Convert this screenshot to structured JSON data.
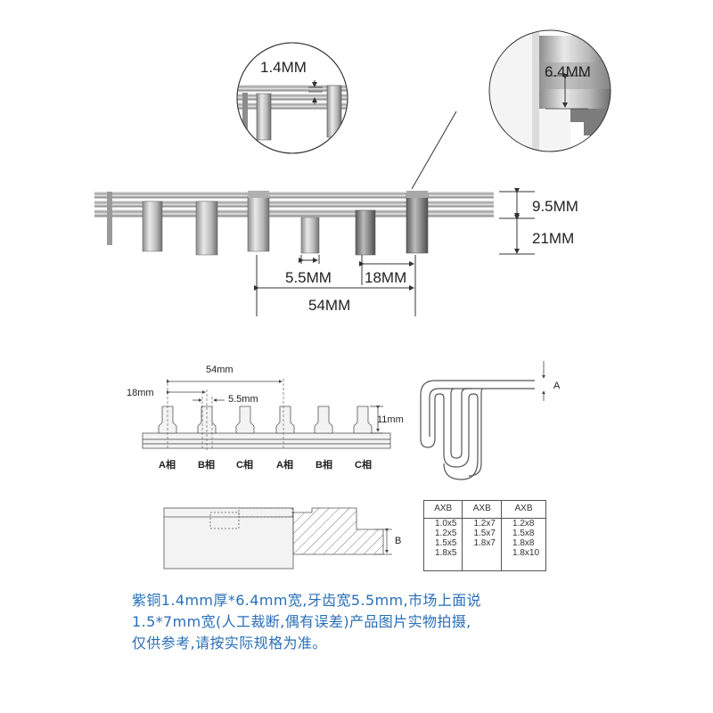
{
  "photo": {
    "zoom_left_label": "1.4MM",
    "zoom_right_label": "6.4MM",
    "dim_95": "9.5MM",
    "dim_21": "21MM",
    "dim_55": "5.5MM",
    "dim_18": "18MM",
    "dim_54": "54MM"
  },
  "drawing": {
    "dim_54": "54mm",
    "dim_18": "18mm",
    "dim_55": "5.5mm",
    "dim_11": "11mm",
    "phases": [
      "A相",
      "B相",
      "C相",
      "A相",
      "B相",
      "C相"
    ],
    "side_label_a": "A",
    "side_label_b": "B"
  },
  "table": {
    "headers": [
      "AXB",
      "AXB",
      "AXB"
    ],
    "columns": [
      [
        "1.0x5",
        "1.2x5",
        "1.5x5",
        "1.8x5"
      ],
      [
        "1.2x7",
        "1.5x7",
        "1.8x7"
      ],
      [
        "1.2x8",
        "1.5x8",
        "1.8x8",
        "1.8x10"
      ]
    ]
  },
  "note": {
    "lines": [
      "紫铜1.4mm厚*6.4mm宽,牙齿宽5.5mm,市场上面说",
      "1.5*7mm宽(人工裁断,偶有误差)产品图片实物拍摄,",
      "仅供参考,请按实际规格为准。"
    ]
  },
  "colors": {
    "note_text": "#2a6fb7",
    "metal_light": "#e6e6e6",
    "metal_dark": "#8a8a8a"
  }
}
